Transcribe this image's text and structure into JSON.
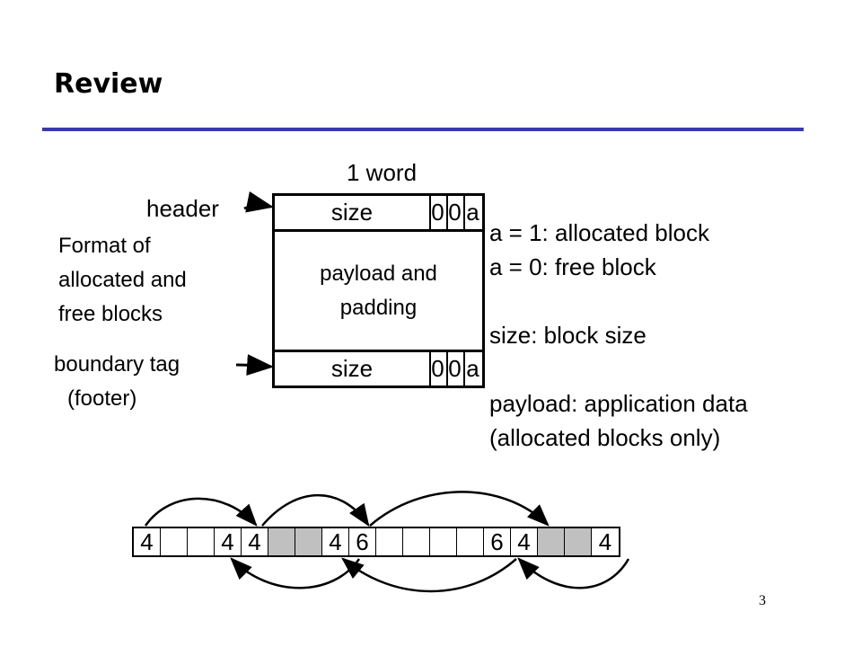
{
  "slide": {
    "title": "Review",
    "page_number": "3"
  },
  "diagram": {
    "word_label": "1 word",
    "header_label": "header",
    "format_label_lines": [
      "Format of",
      "allocated and",
      "free blocks"
    ],
    "footer_label_lines": [
      "boundary tag",
      "(footer)"
    ],
    "header_row": {
      "size": "size",
      "bit1": "0",
      "bit2": "0",
      "a": "a"
    },
    "payload_lines": [
      "payload and",
      "padding"
    ],
    "footer_row": {
      "size": "size",
      "bit1": "0",
      "bit2": "0",
      "a": "a"
    }
  },
  "notes": [
    "a = 1: allocated block",
    "a = 0: free block",
    "",
    "size: block size",
    "",
    "payload: application data",
    "(allocated blocks only)"
  ],
  "heap_strip": {
    "cells": [
      "4",
      "",
      "",
      "4",
      "4",
      "",
      "",
      "4",
      "6",
      "",
      "",
      "",
      "",
      "6",
      "4",
      "",
      "",
      "4"
    ],
    "shaded": [
      false,
      false,
      false,
      false,
      false,
      true,
      true,
      false,
      false,
      false,
      false,
      false,
      false,
      false,
      false,
      true,
      true,
      false
    ]
  },
  "colors": {
    "rule": "#3a3aa8",
    "shaded_cell": "#c0c0c0"
  }
}
